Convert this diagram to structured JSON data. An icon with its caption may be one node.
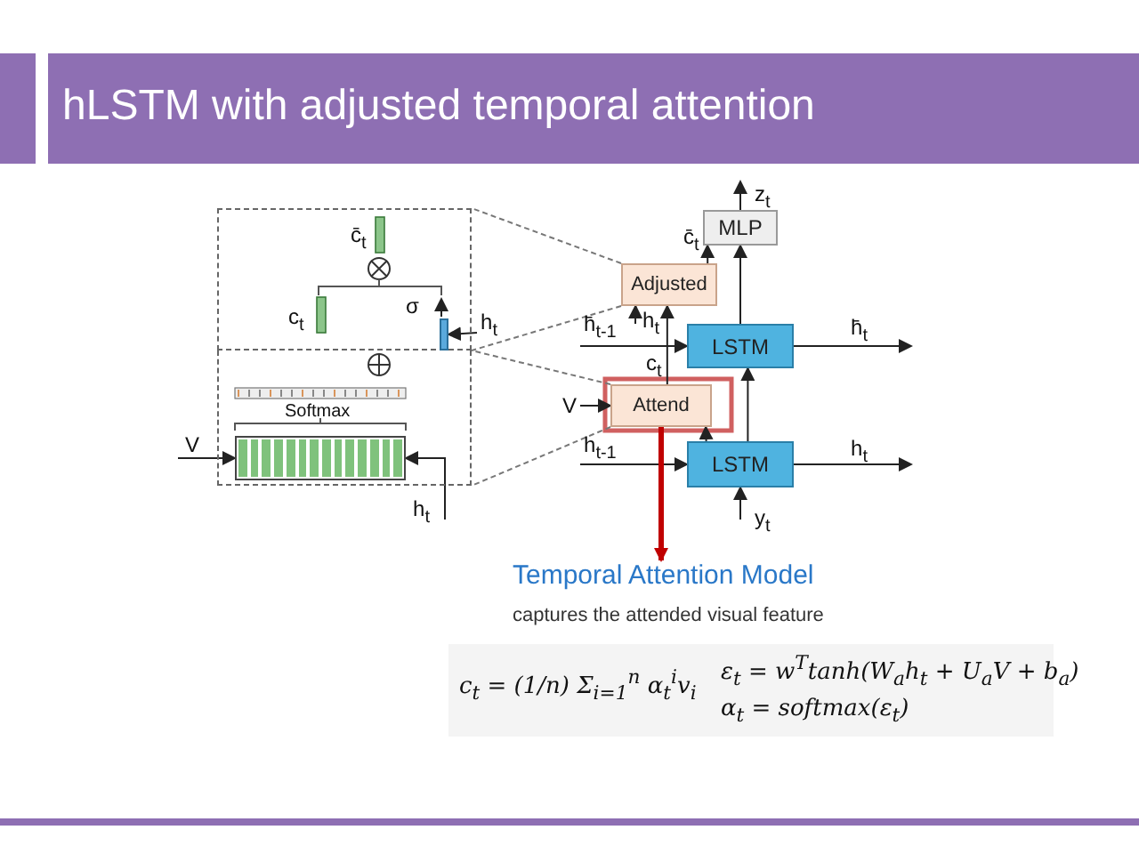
{
  "diagram": {
    "title": "hLSTM with adjusted temporal attention",
    "nodes": [
      {
        "text": [
          "Adjusted"
        ]
      },
      {
        "text": [
          "Attend"
        ]
      },
      {
        "text": [
          "LSTM"
        ]
      },
      {
        "text": [
          "LSTM"
        ]
      },
      {
        "text": [
          "MLP"
        ]
      },
      {
        "text": [
          "Temporal Attention Model",
          "captures the attended visual feature"
        ]
      },
      {
        "text": [],
        "shape": "box"
      },
      {
        "text": [],
        "shape": "box"
      },
      {
        "text": [],
        "shape": "bar",
        "in": 6
      },
      {
        "text": [],
        "shape": "bar",
        "in": 7
      }
    ],
    "edges": [
      {
        "from": 4,
        "to": null,
        "arrow": "to",
        "label": "z$_{t}$"
      },
      {
        "from": 0,
        "to": 4,
        "arrow": "to",
        "label": "c̄$_{t}$"
      },
      {
        "from": 2,
        "to": 4,
        "arrow": "to"
      },
      {
        "from": null,
        "to": 2,
        "arrow": "to",
        "label": "h̄$_{t-1}$"
      },
      {
        "from": 2,
        "to": null,
        "arrow": "to",
        "label": "h̄$_{t}$"
      },
      {
        "from": null,
        "to": 0,
        "arrow": "to",
        "label": "h$_{t}$"
      },
      {
        "from": 1,
        "to": 0,
        "arrow": "to",
        "label": "c$_{t}$"
      },
      {
        "from": 3,
        "to": 1,
        "arrow": "to"
      },
      {
        "from": 3,
        "to": 2,
        "arrow": "to"
      },
      {
        "from": null,
        "to": 1,
        "arrow": "to",
        "label": "V"
      },
      {
        "from": null,
        "to": 3,
        "arrow": "to",
        "label": "h$_{t-1}$"
      },
      {
        "from": 3,
        "to": null,
        "arrow": "to",
        "label": "h$_{t}$"
      },
      {
        "from": null,
        "to": 3,
        "arrow": "to",
        "label": "y$_{t}$"
      },
      {
        "from": 1,
        "to": 5,
        "arrow": "to",
        "style": "thick",
        "color": "#c00000"
      },
      {
        "from": 0,
        "to": 6,
        "arrow": "none",
        "style": "dashed"
      },
      {
        "from": 0,
        "to": 6,
        "arrow": "none",
        "style": "dashed"
      },
      {
        "from": 1,
        "to": 7,
        "arrow": "none",
        "style": "dashed"
      },
      {
        "from": 1,
        "to": 7,
        "arrow": "none",
        "style": "dashed"
      },
      {
        "from": null,
        "to": 8,
        "arrow": "to",
        "label": "h$_{t}$"
      },
      {
        "from": null,
        "to": 9,
        "arrow": "to",
        "label": "V"
      },
      {
        "from": null,
        "to": 9,
        "arrow": "to",
        "label": "h$_{t}$"
      }
    ],
    "labels": [
      "c̄$_{t}$",
      "c$_{t}$",
      "σ",
      "Softmax",
      "c$_{t}$ = (1/n) Σ$_{i=1}$$^{n}$ α$_{t}$$^{i}$v$_{i}$",
      "ε$_{t}$ = w$^{T}$tanh(W$_{a}$h$_{t}$ + U$_{a}$V + b$_{a}$)",
      "α$_{t}$ = softmax(ε$_{t}$)"
    ]
  }
}
